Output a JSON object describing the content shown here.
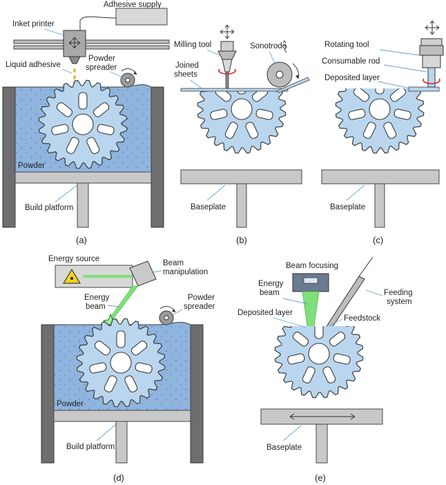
{
  "colors": {
    "powder": "#8fb4de",
    "gear": "#b9d6ee",
    "frame": "#6e6e6e",
    "platform": "#c8c8c8",
    "leader": "#6a9fd0",
    "beam": "#7ee07a",
    "rotation_arrow": "#d42020"
  },
  "panel_a": {
    "caption": "(a)",
    "adhesive_supply": "Adhesive supply",
    "inkjet_printer": "Inket printer",
    "liquid_adhesive": "Liquid adhesive",
    "powder_spreader_1": "Powder",
    "powder_spreader_2": "spreader",
    "powder": "Powder",
    "build_platform": "Build platform"
  },
  "panel_b": {
    "caption": "(b)",
    "milling_tool": "Milling tool",
    "sonotrode": "Sonotrode",
    "joined_1": "Joined",
    "joined_2": "sheets",
    "baseplate": "Baseplate"
  },
  "panel_c": {
    "caption": "(c)",
    "rotating_tool": "Rotating tool",
    "consumable_rod": "Consumable rod",
    "deposited_layer": "Deposited layer",
    "baseplate": "Baseplate"
  },
  "panel_d": {
    "caption": "(d)",
    "energy_source": "Energy source",
    "beam_manipulation_1": "Beam",
    "beam_manipulation_2": "manipulation",
    "energy_beam_1": "Energy",
    "energy_beam_2": "beam",
    "powder_spreader_1": "Powder",
    "powder_spreader_2": "spreader",
    "powder": "Powder",
    "build_platform": "Build platform"
  },
  "panel_e": {
    "caption": "(e)",
    "beam_focusing": "Beam focusing",
    "energy_beam_1": "Energy",
    "energy_beam_2": "beam",
    "feeding_system_1": "Feeding",
    "feeding_system_2": "system",
    "deposited_layer": "Deposited layer",
    "feedstock": "Feedstock",
    "baseplate": "Baseplate"
  }
}
